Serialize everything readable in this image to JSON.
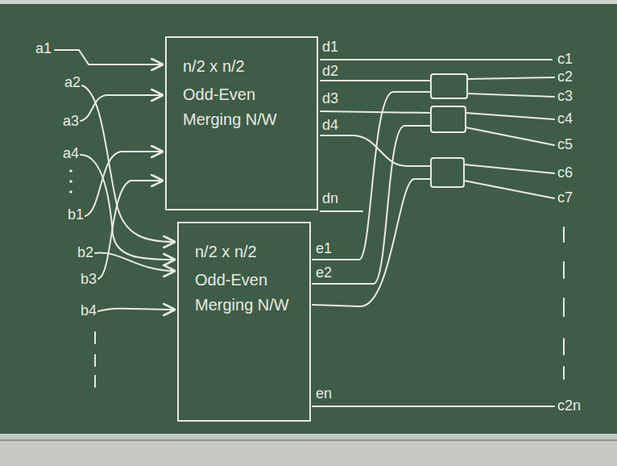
{
  "diagram": {
    "nodes": [
      {
        "text": [
          "n/2 x n/2",
          "Odd-Even Merging N/W"
        ]
      },
      {
        "text": [
          "n/2 x n/2",
          "Odd-Even Merging N/W"
        ]
      }
    ],
    "labels": [
      "a1",
      "a2",
      "a3",
      "a4",
      "b1",
      "b2",
      "b3",
      "b4",
      "d1",
      "d2",
      "d3",
      "d4",
      "dn",
      "e1",
      "e2",
      "en",
      "c1",
      "c2",
      "c3",
      "c4",
      "c5",
      "c6",
      "c7",
      "c2n"
    ]
  }
}
